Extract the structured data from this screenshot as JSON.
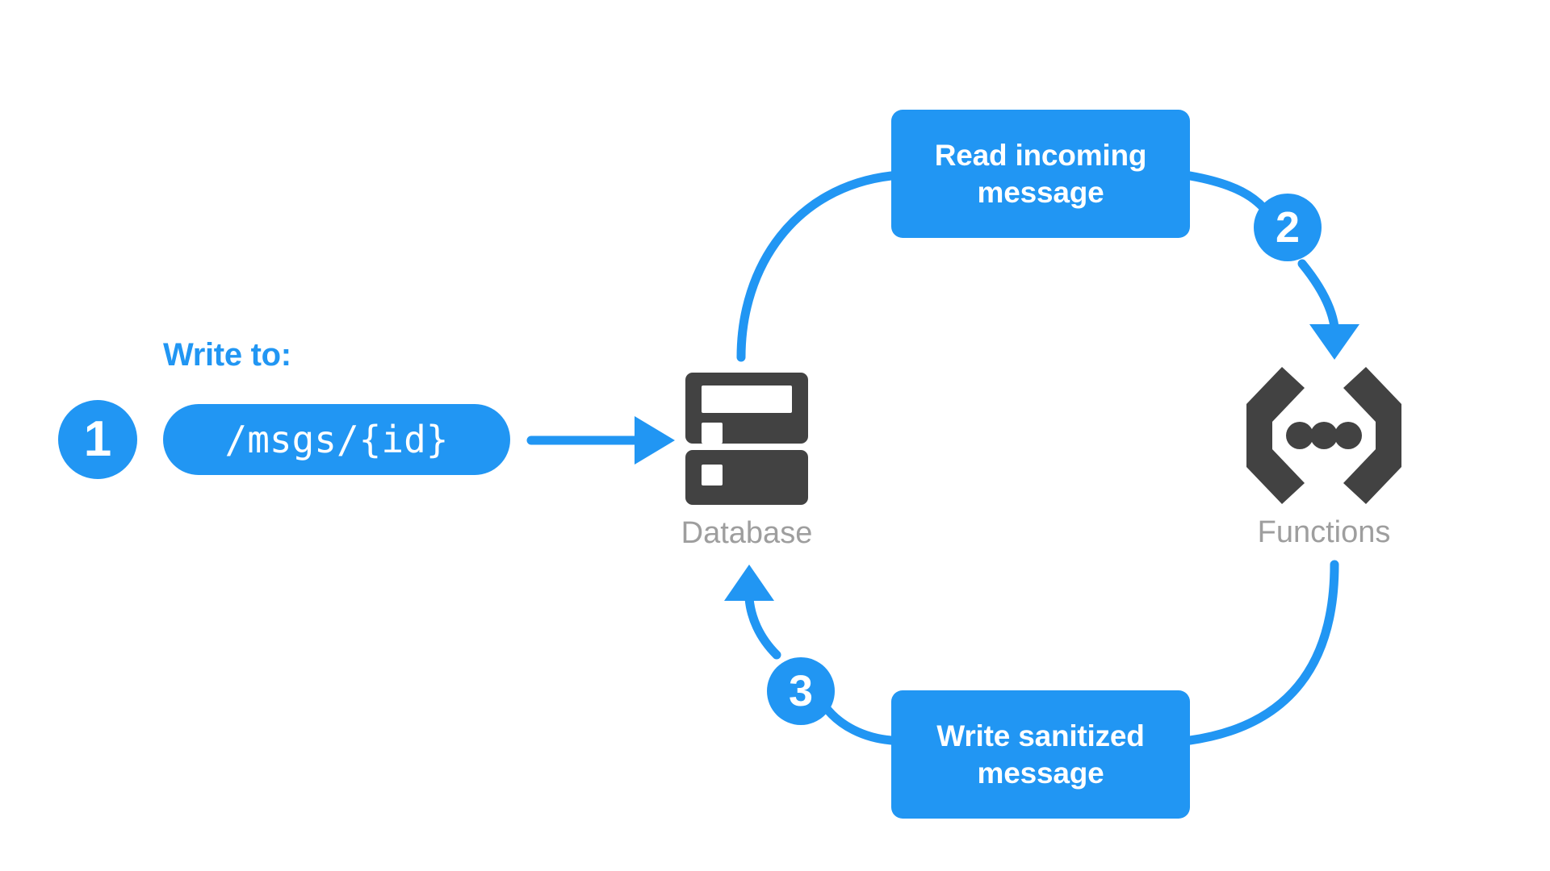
{
  "diagram": {
    "title": "Firebase sanitize message flow",
    "colors": {
      "accent_blue": "#2196f3",
      "icon_dark": "#424242",
      "label_gray": "#9e9e9e",
      "background": "#ffffff",
      "text_on_accent": "#ffffff"
    },
    "caption": {
      "write_to_label": "Write to:",
      "path_value": "/msgs/{id}"
    },
    "steps": [
      {
        "number": "1",
        "name": "step-1"
      },
      {
        "number": "2",
        "name": "step-2"
      },
      {
        "number": "3",
        "name": "step-3"
      }
    ],
    "boxes": [
      {
        "id": "read",
        "text": "Read incoming message"
      },
      {
        "id": "write",
        "text": "Write sanitized message"
      }
    ],
    "nodes": [
      {
        "id": "database",
        "label": "Database",
        "icon": "database-icon"
      },
      {
        "id": "functions",
        "label": "Functions",
        "icon": "functions-braces-icon"
      }
    ],
    "connectors": [
      {
        "id": "pill-to-database",
        "kind": "straight-arrow",
        "from": "path-pill",
        "to": "database"
      },
      {
        "id": "database-to-read",
        "kind": "curve",
        "from": "database",
        "to": "read-box"
      },
      {
        "id": "read-to-functions",
        "kind": "curve-arrow",
        "from": "read-box",
        "to": "functions"
      },
      {
        "id": "functions-to-write",
        "kind": "curve",
        "from": "functions",
        "to": "write-box"
      },
      {
        "id": "write-to-database",
        "kind": "curve-arrow",
        "from": "write-box",
        "to": "database"
      }
    ]
  }
}
